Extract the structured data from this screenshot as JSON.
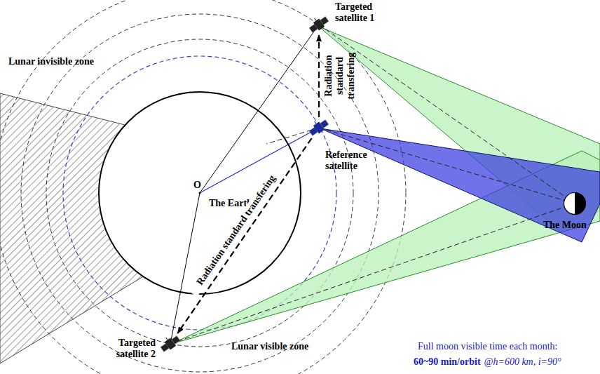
{
  "diagram": {
    "nodes": [
      {
        "text": [
          "Targeted satellite 1"
        ]
      },
      {
        "text": [
          "O",
          "The Earth"
        ]
      },
      {
        "text": [
          "Reference satellite"
        ]
      },
      {
        "text": [
          "The Moon"
        ]
      },
      {
        "text": [
          "Targeted satellite 2"
        ]
      }
    ],
    "edges": [
      {
        "from": 2,
        "to": 0,
        "arrow": "to",
        "label": "Radiation standard transfering"
      },
      {
        "from": 2,
        "to": 4,
        "arrow": "to",
        "label": "Radiation standard transfering"
      }
    ],
    "labels": [
      "Lunar invisible zone",
      "Lunar visible zone",
      "Full moon visible time each month:",
      "60~90 min/orbit",
      "@h=600 km, i=90°"
    ]
  }
}
